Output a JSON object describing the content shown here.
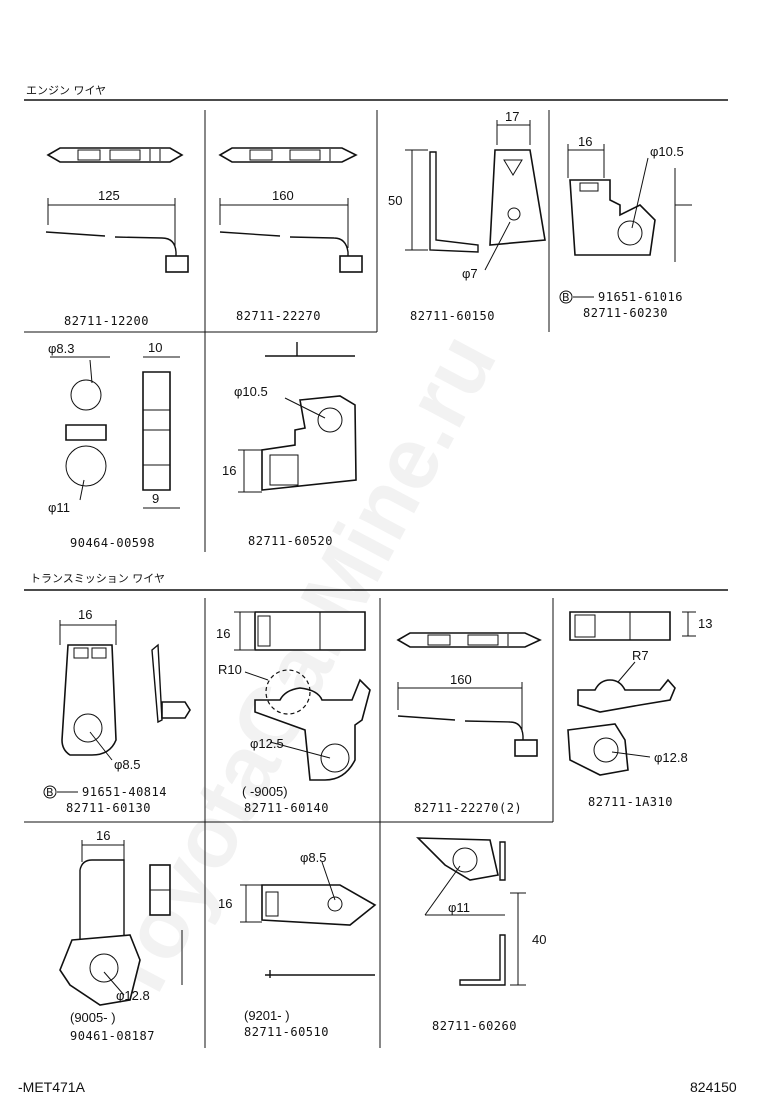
{
  "watermark": "ToyotaCarMine.ru",
  "sections": {
    "engine": "エンジン ワイヤ",
    "transmission": "トランスミッション ワイヤ"
  },
  "parts": {
    "p1": {
      "number": "82711-12200",
      "dim": "125"
    },
    "p2": {
      "number": "82711-22270",
      "dim": "160"
    },
    "p3": {
      "number": "82711-60150",
      "dim_w": "17",
      "dim_h": "50",
      "hole": "φ7"
    },
    "p4": {
      "number": "82711-60230",
      "bolt": "91651-61016",
      "dim_w": "16",
      "hole": "φ10.5"
    },
    "p5": {
      "number": "90464-00598",
      "d1": "φ8.3",
      "d2": "φ11",
      "w1": "10",
      "w2": "9"
    },
    "p6": {
      "number": "82711-60520",
      "hole": "φ10.5",
      "dim_h": "16"
    },
    "p7": {
      "number": "82711-60130",
      "bolt": "91651-40814",
      "dim_w": "16",
      "hole": "φ8.5"
    },
    "p8": {
      "number": "82711-60140",
      "date": "(      -9005)",
      "dim_h": "16",
      "radius": "R10",
      "hole": "φ12.5"
    },
    "p9": {
      "number": "82711-22270(2)",
      "dim": "160"
    },
    "p10": {
      "number": "82711-1A310",
      "dim_h": "13",
      "radius": "R7",
      "hole": "φ12.8"
    },
    "p11": {
      "number": "90461-08187",
      "date": "(9005-      )",
      "dim_w": "16",
      "hole": "φ12.8"
    },
    "p12": {
      "number": "82711-60510",
      "date": "(9201-      )",
      "dim_h": "16",
      "hole": "φ8.5"
    },
    "p13": {
      "number": "82711-60260",
      "dim_h": "40",
      "hole": "φ11"
    }
  },
  "bolt_symbol": "B",
  "footer": {
    "left": "-MET471A",
    "right": "824150"
  }
}
